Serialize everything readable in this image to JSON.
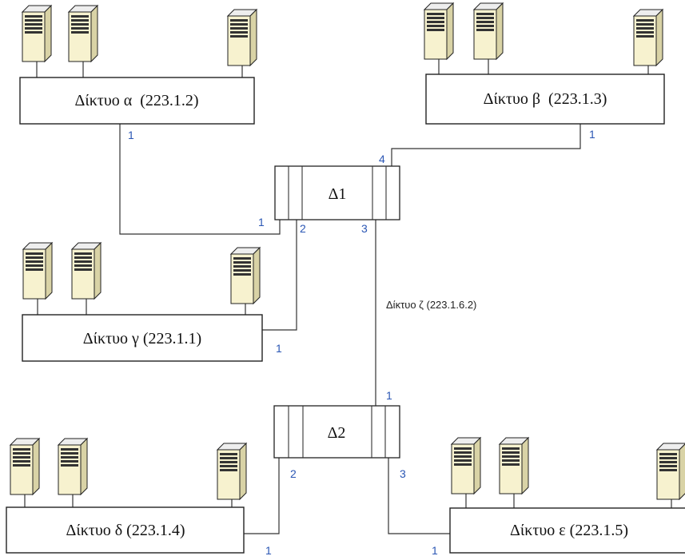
{
  "networks": [
    {
      "id": "alpha",
      "label": "Δίκτυο α  (223.1.2)"
    },
    {
      "id": "beta",
      "label": "Δίκτυο β  (223.1.3)"
    },
    {
      "id": "gamma",
      "label": "Δίκτυο γ (223.1.1)"
    },
    {
      "id": "delta",
      "label": "Δίκτυο δ (223.1.4)"
    },
    {
      "id": "epsilon",
      "label": "Δίκτυο ε (223.1.5)"
    }
  ],
  "routers": [
    {
      "id": "r1",
      "label": "Δ1"
    },
    {
      "id": "r2",
      "label": "Δ2"
    }
  ],
  "link_zeta": {
    "label": "Δίκτυο ζ (223.1.6.2)"
  },
  "ports": {
    "alpha": "1",
    "beta": "1",
    "r1_p1": "1",
    "r1_p2": "2",
    "r1_p3": "3",
    "r1_p4": "4",
    "gamma": "1",
    "r2_p1": "1",
    "r2_p2": "2",
    "r2_p3": "3",
    "delta": "1",
    "epsilon": "1"
  },
  "colors": {
    "port_number": "#2a56b4",
    "server_face": "#f7f2cf",
    "server_side": "#d9d3a6",
    "outline": "#222222"
  },
  "icons": {
    "server": "server-tower-icon"
  }
}
